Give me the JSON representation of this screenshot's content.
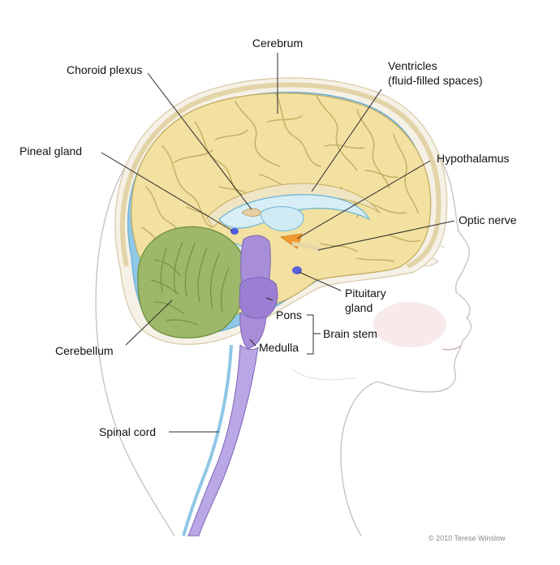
{
  "colors": {
    "background": "#ffffff",
    "skin_outline": "#c9c2bd",
    "skull": "#f6f1e6",
    "csf_blue": "#8fc7e6",
    "cerebrum": "#f2e1a0",
    "cerebrum_folds": "#c4ad62",
    "cerebellum": "#9db86a",
    "cerebellum_dark": "#6f8f3c",
    "brainstem": "#a88ed9",
    "spinal_cord": "#b9a7e6",
    "ventricle": "#d7eef6",
    "hypothalamus": "#f39a2e",
    "pituitary": "#5b63d8",
    "pineal": "#4b5be0",
    "cheek_blush": "#f3d8d8",
    "label_text": "#111111",
    "leader_line": "#2b2b2b"
  },
  "labels": {
    "cerebrum": "Cerebrum",
    "choroid_plexus": "Choroid plexus",
    "ventricles_line1": "Ventricles",
    "ventricles_line2": "(fluid-filled spaces)",
    "pineal_gland": "Pineal gland",
    "hypothalamus": "Hypothalamus",
    "optic_nerve": "Optic nerve",
    "pituitary_line1": "Pituitary",
    "pituitary_line2": "gland",
    "pons": "Pons",
    "brain_stem": "Brain stem",
    "medulla": "Medulla",
    "cerebellum": "Cerebellum",
    "spinal_cord": "Spinal cord"
  },
  "credit": "© 2010 Terese Winslow"
}
